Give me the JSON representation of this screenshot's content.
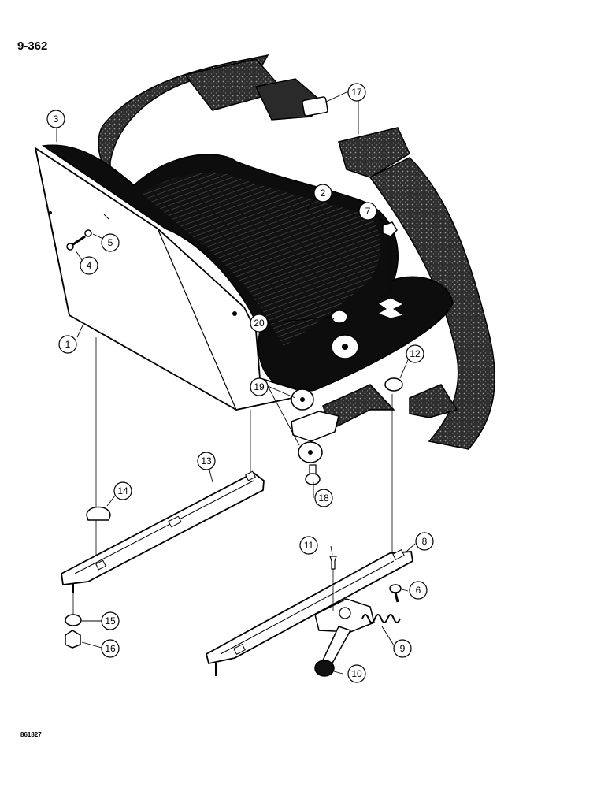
{
  "page_ref": "9-362",
  "drawing_code": "861827",
  "callouts": [
    "1",
    "2",
    "3",
    "4",
    "5",
    "6",
    "7",
    "8",
    "9",
    "10",
    "11",
    "12",
    "13",
    "14",
    "15",
    "16",
    "17",
    "18",
    "19",
    "20"
  ],
  "colors": {
    "ink": "#000000",
    "paper": "#ffffff",
    "belt": "#3a3a3a"
  }
}
